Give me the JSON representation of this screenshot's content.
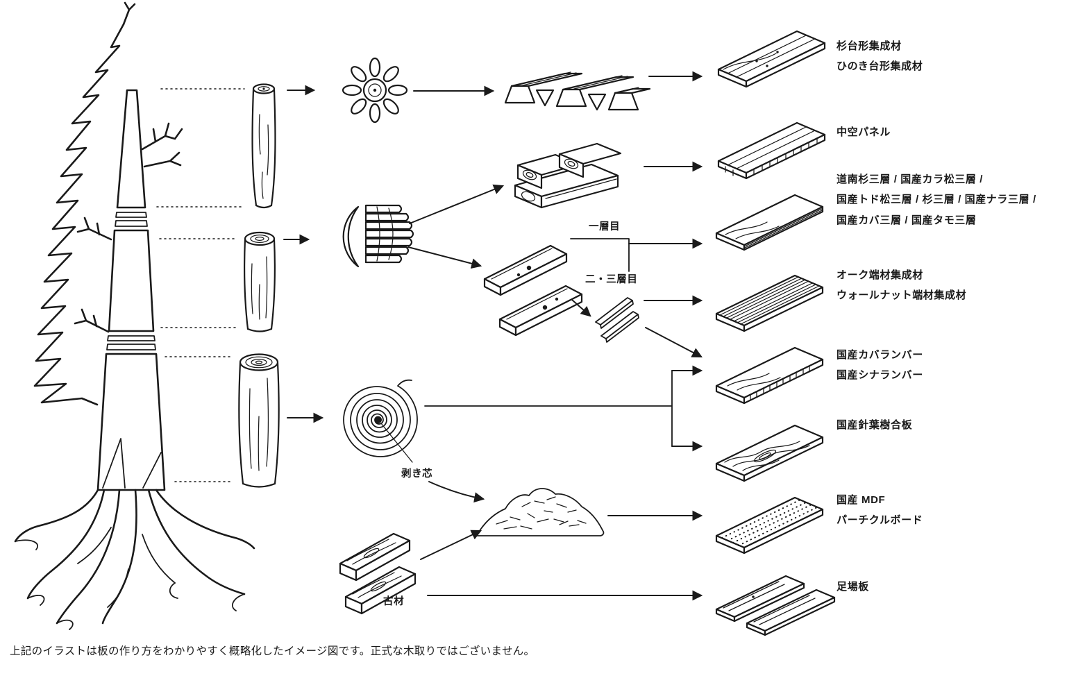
{
  "diagram": {
    "products": [
      "杉台形集成材\nひのき台形集成材",
      "中空パネル",
      "道南杉三層 / 国産カラ松三層 /\n国産トド松三層 / 杉三層 / 国産ナラ三層 /\n国産カバ三層 / 国産タモ三層",
      "オーク端材集成材\nウォールナット端材集成材",
      "国産カバランバー\n国産シナランバー",
      "国産針葉樹合板",
      "国産 MDF\nパーチクルボード",
      "足場板"
    ],
    "mid_labels": {
      "layer1": "一層目",
      "layer23": "二・三層目",
      "peeled_core": "剥き芯",
      "old_wood": "古材"
    },
    "footnote": "上記のイラストは板の作り方をわかりやすく概略化したイメージ図です。正式な木取りではございません。",
    "colors": {
      "ink": "#1a1a1a",
      "background": "#ffffff"
    }
  }
}
